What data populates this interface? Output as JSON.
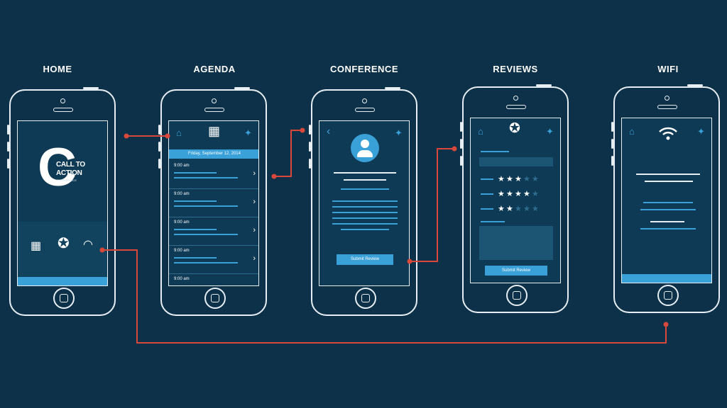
{
  "screens": {
    "home": {
      "label": "HOME",
      "logo": {
        "big": "C",
        "line1": "CALL TO",
        "line2": "ACTION",
        "line3": "CONFERENCE"
      }
    },
    "agenda": {
      "label": "AGENDA",
      "date": "Friday, September 12, 2014",
      "items": [
        {
          "time": "9:00 am"
        },
        {
          "time": "9:00 am"
        },
        {
          "time": "9:00 am"
        },
        {
          "time": "9:00 am"
        },
        {
          "time": "9:00 am"
        }
      ]
    },
    "conference": {
      "label": "CONFERENCE",
      "button": "Submit Review"
    },
    "reviews": {
      "label": "REVIEWS",
      "button": "Submit Review",
      "ratings": [
        3,
        4,
        2
      ],
      "max_stars": 5
    },
    "wifi": {
      "label": "WIFI"
    }
  },
  "colors": {
    "background": "#0c3149",
    "accent": "#3aa0d8",
    "connector": "#d9483b",
    "outline": "#e6eef3"
  }
}
